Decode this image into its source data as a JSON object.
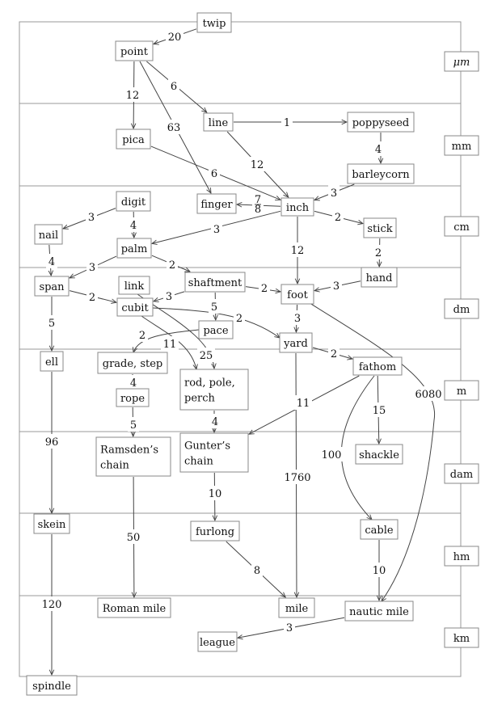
{
  "units": [
    {
      "id": "twip",
      "label": "twip"
    },
    {
      "id": "point",
      "label": "point"
    },
    {
      "id": "line",
      "label": "line"
    },
    {
      "id": "poppyseed",
      "label": "poppyseed"
    },
    {
      "id": "pica",
      "label": "pica"
    },
    {
      "id": "barleycorn",
      "label": "barleycorn"
    },
    {
      "id": "digit",
      "label": "digit"
    },
    {
      "id": "finger",
      "label": "finger"
    },
    {
      "id": "inch",
      "label": "inch"
    },
    {
      "id": "nail",
      "label": "nail"
    },
    {
      "id": "stick",
      "label": "stick"
    },
    {
      "id": "palm",
      "label": "palm"
    },
    {
      "id": "hand",
      "label": "hand"
    },
    {
      "id": "span",
      "label": "span"
    },
    {
      "id": "link",
      "label": "link"
    },
    {
      "id": "shaftment",
      "label": "shaftment"
    },
    {
      "id": "foot",
      "label": "foot"
    },
    {
      "id": "cubit",
      "label": "cubit"
    },
    {
      "id": "pace",
      "label": "pace"
    },
    {
      "id": "yard",
      "label": "yard"
    },
    {
      "id": "ell",
      "label": "ell"
    },
    {
      "id": "grade_step",
      "label": "grade, step"
    },
    {
      "id": "fathom",
      "label": "fathom"
    },
    {
      "id": "rod_pole_perch",
      "label": "rod, pole, perch"
    },
    {
      "id": "rope",
      "label": "rope"
    },
    {
      "id": "ramsdens_chain",
      "label": "Ramsden's chain"
    },
    {
      "id": "gunters_chain",
      "label": "Gunter's chain"
    },
    {
      "id": "shackle",
      "label": "shackle"
    },
    {
      "id": "skein",
      "label": "skein"
    },
    {
      "id": "furlong",
      "label": "furlong"
    },
    {
      "id": "cable",
      "label": "cable"
    },
    {
      "id": "roman_mile",
      "label": "Roman mile"
    },
    {
      "id": "mile",
      "label": "mile"
    },
    {
      "id": "nautic_mile",
      "label": "nautic mile"
    },
    {
      "id": "league",
      "label": "league"
    },
    {
      "id": "spindle",
      "label": "spindle"
    }
  ],
  "scales": [
    "μm",
    "mm",
    "cm",
    "dm",
    "m",
    "dam",
    "hm",
    "km"
  ],
  "edges": [
    {
      "from": "twip",
      "to": "point",
      "label": "20"
    },
    {
      "from": "point",
      "to": "line",
      "label": "6"
    },
    {
      "from": "point",
      "to": "pica",
      "label": "12"
    },
    {
      "from": "point",
      "to": "finger",
      "label": "63"
    },
    {
      "from": "line",
      "to": "poppyseed",
      "label": "1"
    },
    {
      "from": "line",
      "to": "inch",
      "label": "12"
    },
    {
      "from": "poppyseed",
      "to": "barleycorn",
      "label": "4"
    },
    {
      "from": "pica",
      "to": "inch",
      "label": "6"
    },
    {
      "from": "barleycorn",
      "to": "inch",
      "label": "3"
    },
    {
      "from": "inch",
      "to": "finger",
      "label": "7/8"
    },
    {
      "from": "inch",
      "to": "stick",
      "label": "2"
    },
    {
      "from": "inch",
      "to": "palm",
      "label": "3"
    },
    {
      "from": "inch",
      "to": "foot",
      "label": "12"
    },
    {
      "from": "digit",
      "to": "nail",
      "label": "3"
    },
    {
      "from": "digit",
      "to": "palm",
      "label": "4"
    },
    {
      "from": "nail",
      "to": "span",
      "label": "4"
    },
    {
      "from": "palm",
      "to": "span",
      "label": "3"
    },
    {
      "from": "palm",
      "to": "shaftment",
      "label": "2"
    },
    {
      "from": "stick",
      "to": "hand",
      "label": "2"
    },
    {
      "from": "hand",
      "to": "foot",
      "label": "3"
    },
    {
      "from": "shaftment",
      "to": "foot",
      "label": "2"
    },
    {
      "from": "shaftment",
      "to": "cubit",
      "label": "3"
    },
    {
      "from": "shaftment",
      "to": "pace",
      "label": "5"
    },
    {
      "from": "span",
      "to": "cubit",
      "label": "2"
    },
    {
      "from": "span",
      "to": "ell",
      "label": "5"
    },
    {
      "from": "link",
      "to": "rod_pole_perch",
      "label": "25"
    },
    {
      "from": "cubit",
      "to": "yard",
      "label": "2"
    },
    {
      "from": "cubit",
      "to": "rod_pole_perch",
      "label": "11"
    },
    {
      "from": "pace",
      "to": "grade_step",
      "label": "2"
    },
    {
      "from": "foot",
      "to": "yard",
      "label": "3"
    },
    {
      "from": "foot",
      "to": "nautic_mile",
      "label": "6080"
    },
    {
      "from": "yard",
      "to": "fathom",
      "label": "2"
    },
    {
      "from": "yard",
      "to": "mile",
      "label": "1760"
    },
    {
      "from": "grade_step",
      "to": "rope",
      "label": "4"
    },
    {
      "from": "rope",
      "to": "ramsdens_chain",
      "label": "5"
    },
    {
      "from": "rod_pole_perch",
      "to": "gunters_chain",
      "label": "4"
    },
    {
      "from": "fathom",
      "to": "gunters_chain",
      "label": "11"
    },
    {
      "from": "fathom",
      "to": "shackle",
      "label": "15"
    },
    {
      "from": "fathom",
      "to": "cable",
      "label": "100"
    },
    {
      "from": "ell",
      "to": "skein",
      "label": "96"
    },
    {
      "from": "ramsdens_chain",
      "to": "roman_mile",
      "label": "50"
    },
    {
      "from": "gunters_chain",
      "to": "furlong",
      "label": "10"
    },
    {
      "from": "furlong",
      "to": "mile",
      "label": "8"
    },
    {
      "from": "cable",
      "to": "nautic_mile",
      "label": "10"
    },
    {
      "from": "skein",
      "to": "spindle",
      "label": "120"
    },
    {
      "from": "nautic_mile",
      "to": "league",
      "label": "3"
    }
  ]
}
